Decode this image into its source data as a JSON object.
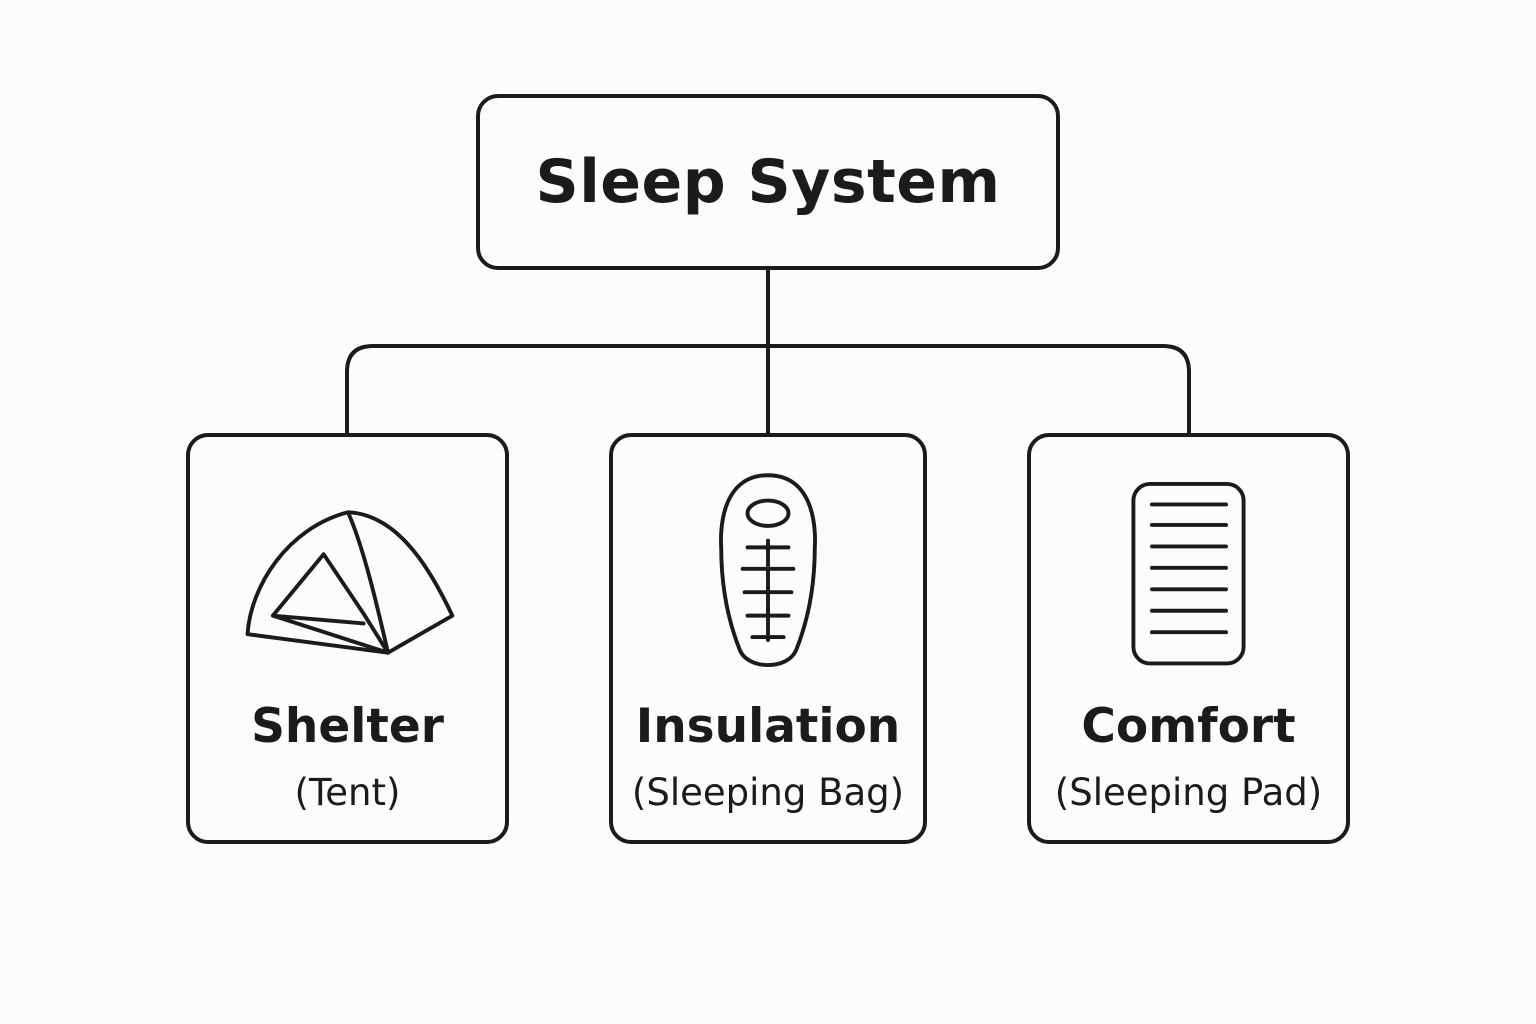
{
  "root": {
    "title": "Sleep System"
  },
  "children": [
    {
      "title": "Shelter",
      "subtitle": "(Tent)",
      "icon": "tent-icon"
    },
    {
      "title": "Insulation",
      "subtitle": "(Sleeping Bag)",
      "icon": "sleeping-bag-icon"
    },
    {
      "title": "Comfort",
      "subtitle": "(Sleeping Pad)",
      "icon": "sleeping-pad-icon"
    }
  ],
  "colors": {
    "stroke": "#1b1b1b",
    "background": "#fcfcfa"
  }
}
